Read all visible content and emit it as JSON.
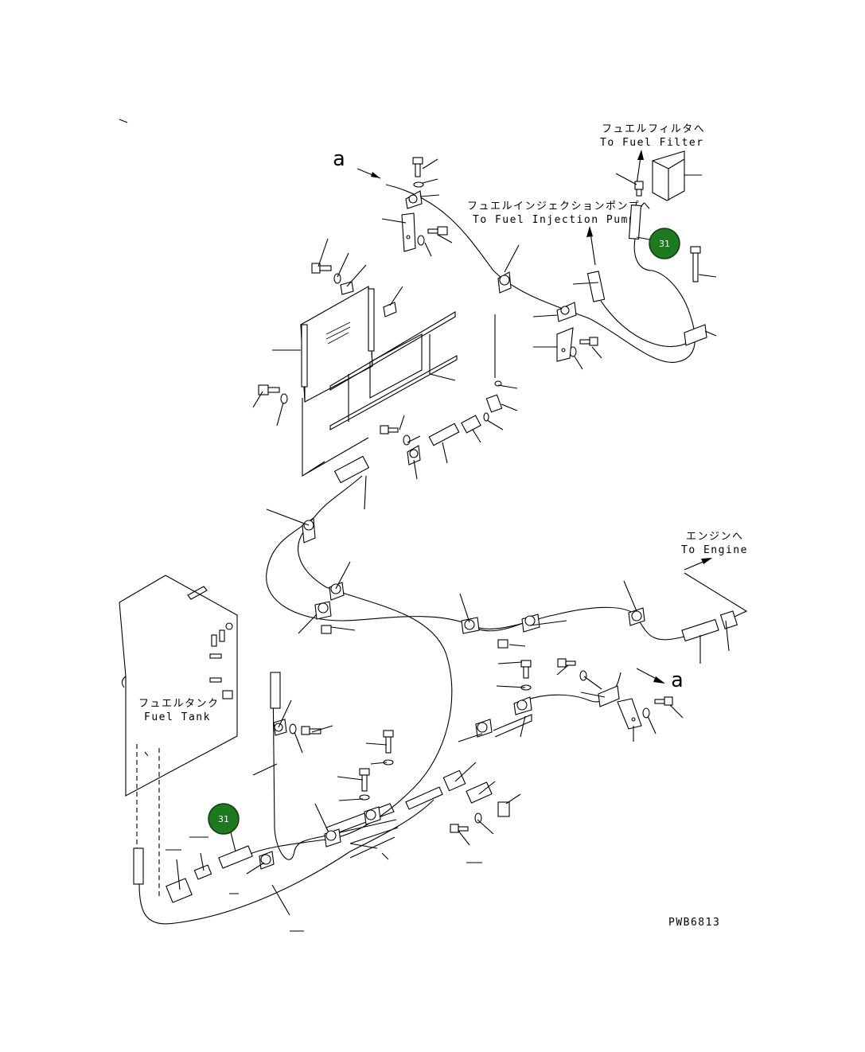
{
  "labels": {
    "fuel_filter_jp": "フュエルフィルタへ",
    "fuel_filter_en": "To Fuel Filter",
    "injection_pump_jp": "フュエルインジェクションポンプへ",
    "injection_pump_en": "To Fuel Injection Pump",
    "engine_jp": "エンジンへ",
    "engine_en": "To Engine",
    "fuel_tank_jp": "フュエルタンク",
    "fuel_tank_en": "Fuel Tank",
    "ref_a_top": "a",
    "ref_a_right": "a",
    "drawing_code": "PWB6813"
  },
  "callouts": [
    {
      "id": "callout-31-upper",
      "number": "31",
      "color": "#1e7a1e"
    },
    {
      "id": "callout-31-lower",
      "number": "31",
      "color": "#1e7a1e"
    }
  ],
  "colors": {
    "line": "#000000",
    "callout_fill": "#1e7a1e",
    "background": "#ffffff"
  }
}
